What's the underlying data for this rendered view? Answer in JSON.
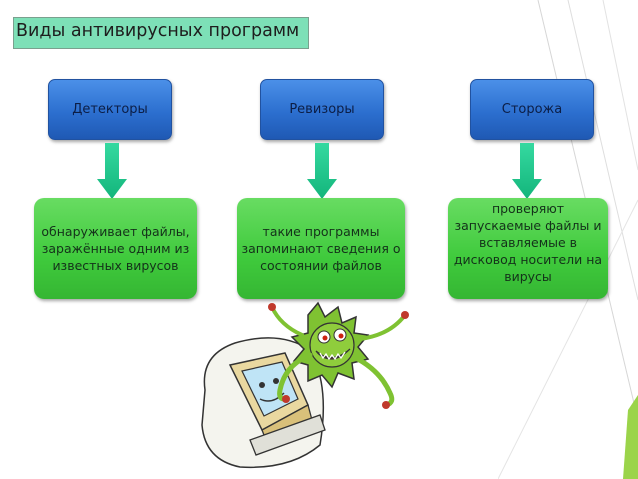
{
  "title": "Виды антивирусных программ",
  "columns": [
    {
      "heading": "Детекторы",
      "description": "обнаруживает файлы, заражённые одним из известных вирусов"
    },
    {
      "heading": "Ревизоры",
      "description": "такие программы запоминают сведения о состоянии файлов"
    },
    {
      "heading": "Сторожа",
      "description": "проверяют запускаемые файлы и вставляемые в дисковод носители на вирусы"
    }
  ],
  "colors": {
    "title_background": "#7de0b7",
    "heading_blue": "#2c6fcf",
    "description_green": "#3fca3c",
    "arrow_teal": "#1fc98f",
    "accent_lime": "#9bd44a"
  },
  "icons": [
    "virus-monster-illustration",
    "computer-monitor-illustration"
  ]
}
